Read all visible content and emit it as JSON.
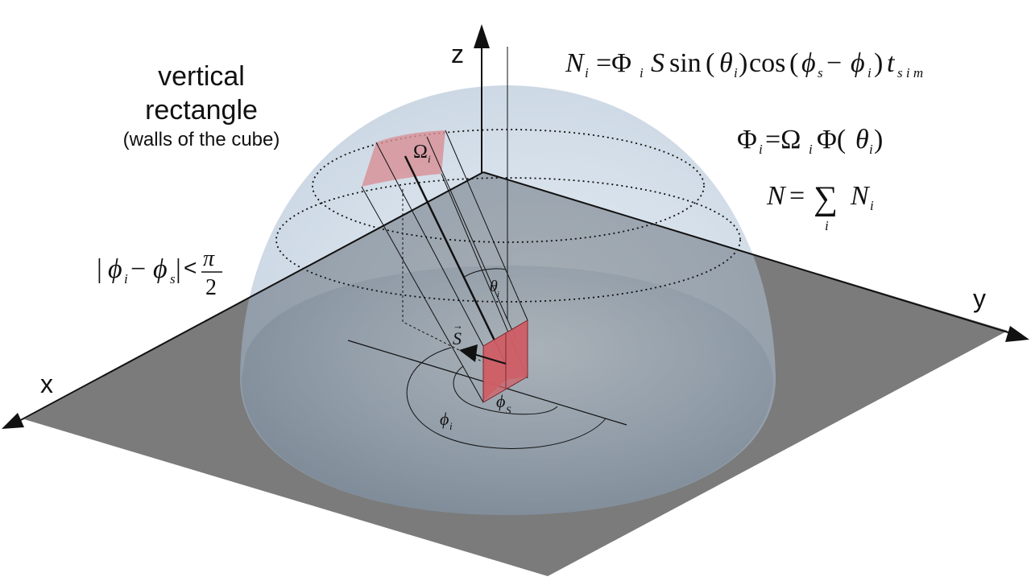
{
  "axes": {
    "x": "x",
    "y": "y",
    "z": "z"
  },
  "side_note": {
    "line1": "vertical",
    "line2": "rectangle",
    "line3": "(walls of the cube)"
  },
  "symbols": {
    "omega_i_base": "Ω",
    "omega_i_sub": "i",
    "theta_i_base": "θ",
    "theta_i_sub": "i",
    "phi_s_base": "ϕ",
    "phi_s_sub": "S",
    "phi_i_base": "ϕ",
    "phi_i_sub": "i",
    "s_vector": "S",
    "s_vector_arrow": "→"
  },
  "colors": {
    "ground_plane": "#7b7b7b",
    "hemisphere": "#b9cde0",
    "red_patch": "#d88f95",
    "red_surface": "#c9575f"
  }
}
